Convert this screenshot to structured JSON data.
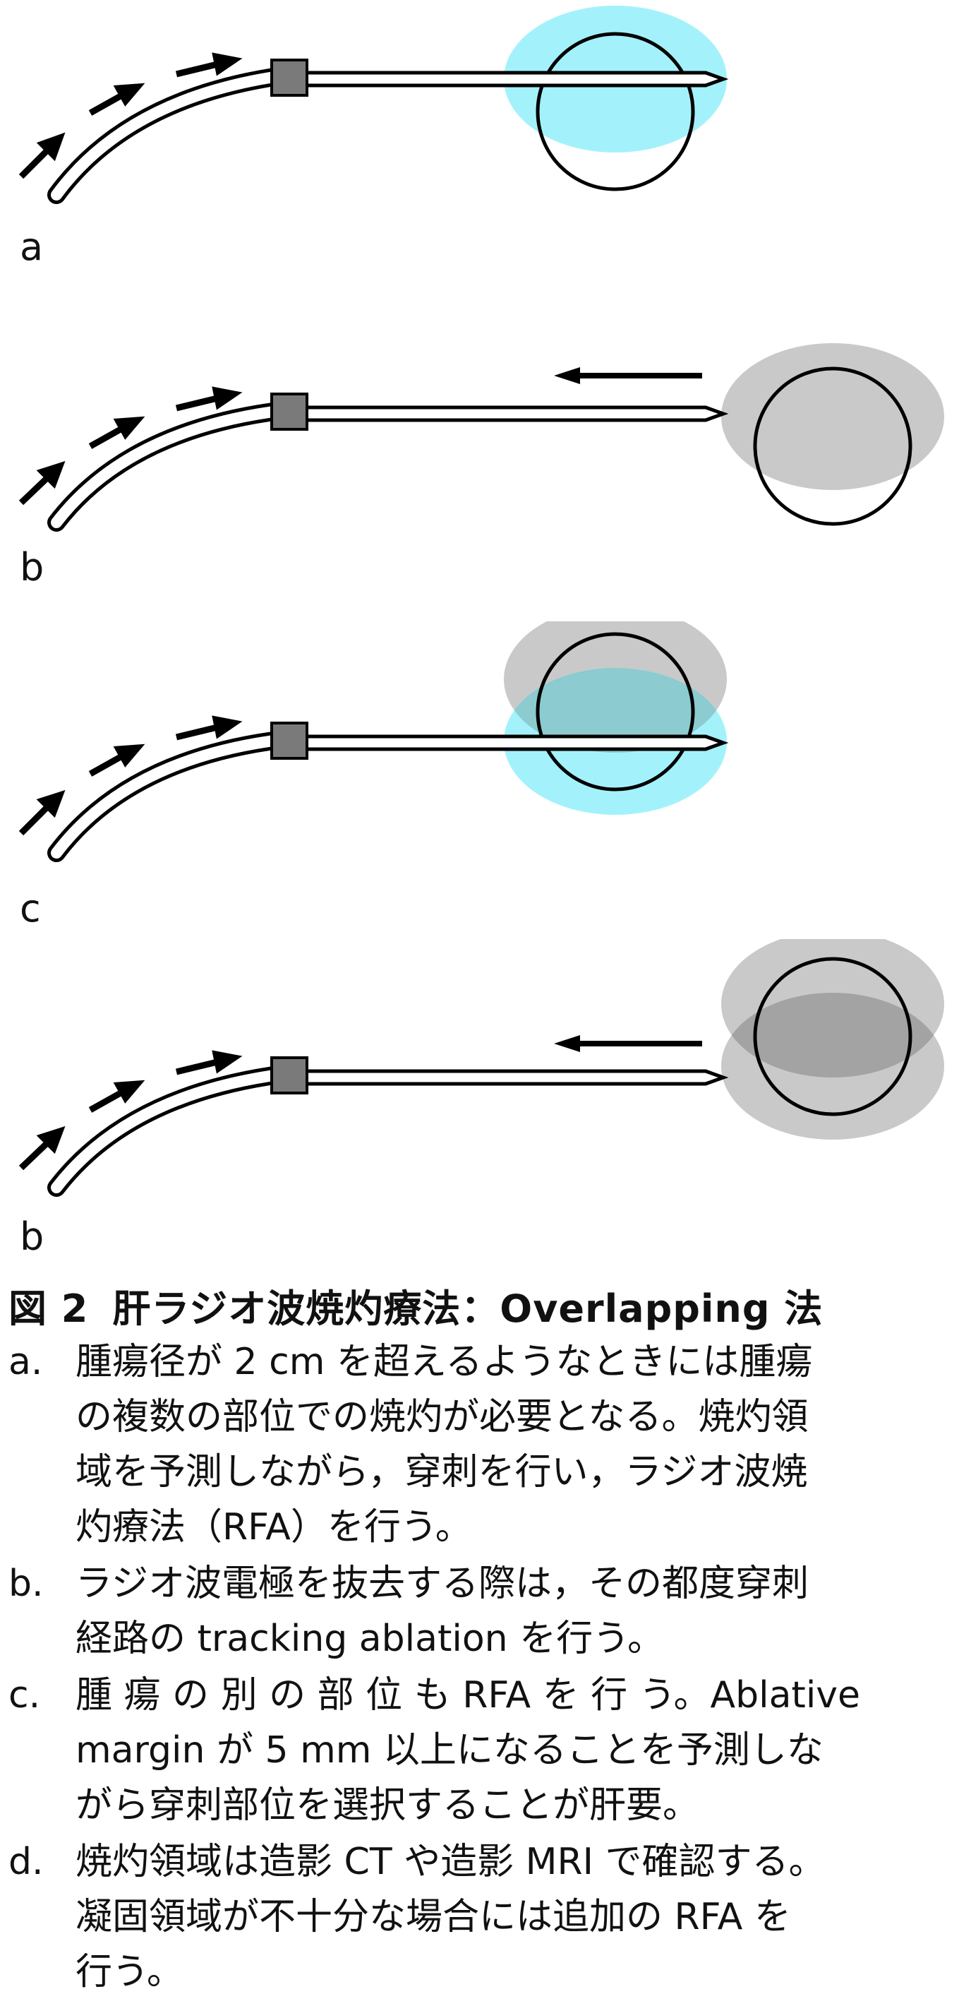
{
  "panels": [
    {
      "label": "a",
      "spots": [
        {
          "color": "#a3f2fb",
          "pos": "center"
        }
      ],
      "arrow": false,
      "circle_shift": "left-needle"
    },
    {
      "label": "b",
      "spots": [
        {
          "color": "#c9c9c9",
          "pos": "upper"
        }
      ],
      "arrow": true,
      "circle_shift": "beyond-tip"
    },
    {
      "label": "c",
      "spots": [
        {
          "color": "#c9c9c9",
          "pos": "upper"
        },
        {
          "color": "#a3f2fb",
          "pos": "lower"
        }
      ],
      "overlap_color": "#8ccbcf",
      "arrow": false
    },
    {
      "label": "b",
      "spots": [
        {
          "color": "#c9c9c9",
          "pos": "upper"
        },
        {
          "color": "#c9c9c9",
          "pos": "lower"
        }
      ],
      "overlap_color": "#a3a3a3",
      "arrow": true
    }
  ],
  "colors": {
    "device": "#7a7a7a",
    "stroke": "#000000"
  },
  "caption": {
    "figure_no": "図 2",
    "title": "肝ラジオ波焼灼療法：Overlapping 法",
    "items": [
      {
        "label": "a.",
        "lines": [
          "腫瘍径が 2 cm を超えるようなときには腫瘍",
          "の複数の部位での焼灼が必要となる。焼灼領",
          "域を予測しながら，穿刺を行い，ラジオ波焼",
          "灼療法（RFA）を行う。"
        ]
      },
      {
        "label": "b.",
        "lines": [
          "ラジオ波電極を抜去する際は，その都度穿刺",
          "経路の tracking ablation を行う。"
        ]
      },
      {
        "label": "c.",
        "lines": [
          "腫 瘍 の 別 の 部 位 も RFA を 行 う。Ablative",
          "margin が 5 mm 以上になることを予測しな",
          "がら穿刺部位を選択することが肝要。"
        ]
      },
      {
        "label": "d.",
        "lines": [
          "焼灼領域は造影 CT や造影 MRI で確認する。",
          "凝固領域が不十分な場合には追加の RFA を",
          "行う。"
        ]
      }
    ]
  }
}
